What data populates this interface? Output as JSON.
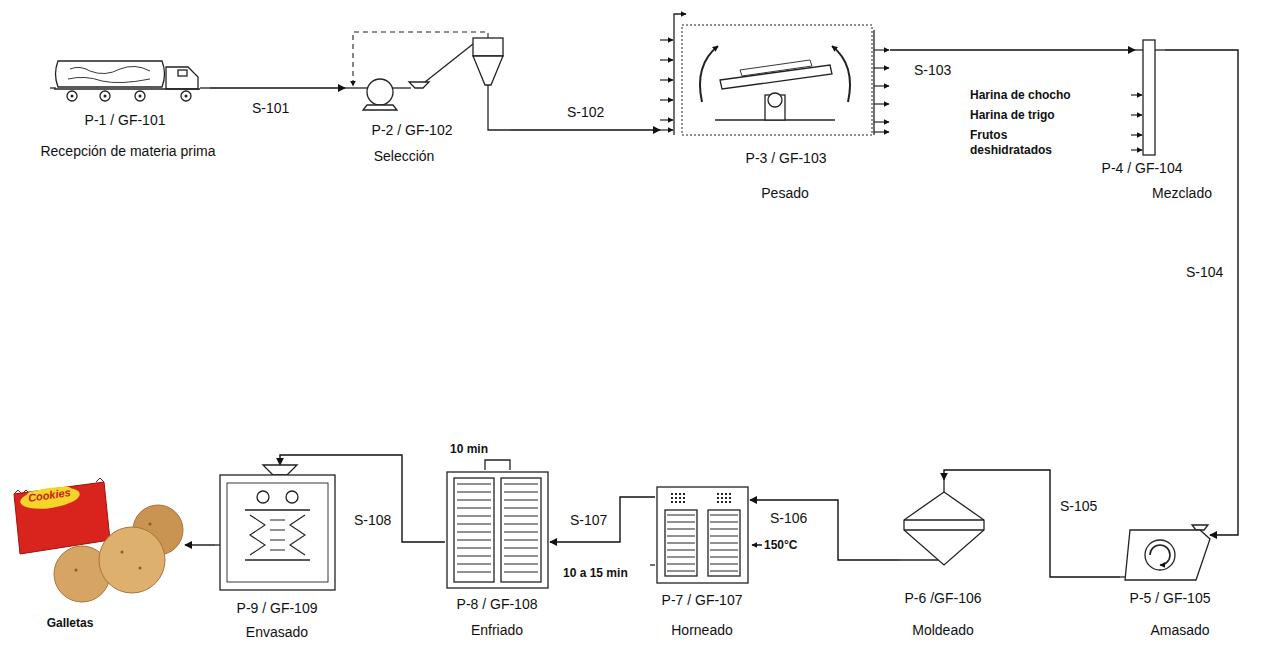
{
  "diagram": {
    "nodes": [
      {
        "text": [
          "P-1 / GF-101",
          "Recepción de materia prima"
        ]
      },
      {
        "text": [
          "P-2 / GF-102",
          "Selección"
        ]
      },
      {
        "text": [
          "P-3 / GF-103",
          "Pesado"
        ]
      },
      {
        "text": [
          "P-4 / GF-104",
          "Mezclado"
        ]
      },
      {
        "text": [
          "P-5 / GF-105",
          "Amasado"
        ]
      },
      {
        "text": [
          "P-6 /GF-106",
          "Moldeado"
        ]
      },
      {
        "text": [
          "P-7 / GF-107",
          "Horneado"
        ]
      },
      {
        "text": [
          "P-8 / GF-108",
          "Enfriado"
        ]
      },
      {
        "text": [
          "P-9 / GF-109",
          "Envasado"
        ]
      },
      {
        "text": [
          "Galletas"
        ]
      }
    ],
    "edges": [
      {
        "from": 0,
        "to": 1,
        "label": "S-101",
        "arrow": "to"
      },
      {
        "from": 1,
        "to": 2,
        "label": "S-102",
        "arrow": "to"
      },
      {
        "from": 2,
        "to": 3,
        "label": "S-103",
        "arrow": "to"
      },
      {
        "from": 3,
        "to": 4,
        "label": "S-104",
        "arrow": "to"
      },
      {
        "from": 4,
        "to": 5,
        "label": "S-105",
        "arrow": "to"
      },
      {
        "from": 5,
        "to": 6,
        "label": "S-106",
        "arrow": "to"
      },
      {
        "from": 6,
        "to": 7,
        "label": "S-107",
        "arrow": "to"
      },
      {
        "from": 7,
        "to": 8,
        "label": "S-108",
        "arrow": "to"
      },
      {
        "from": 8,
        "to": 9,
        "arrow": "to"
      }
    ],
    "labels": [
      "Harina de chocho",
      "Harina de trigo",
      "Frutos deshidratados",
      "10 min",
      "10 a 15 min",
      "150°C",
      "Cookies"
    ]
  }
}
